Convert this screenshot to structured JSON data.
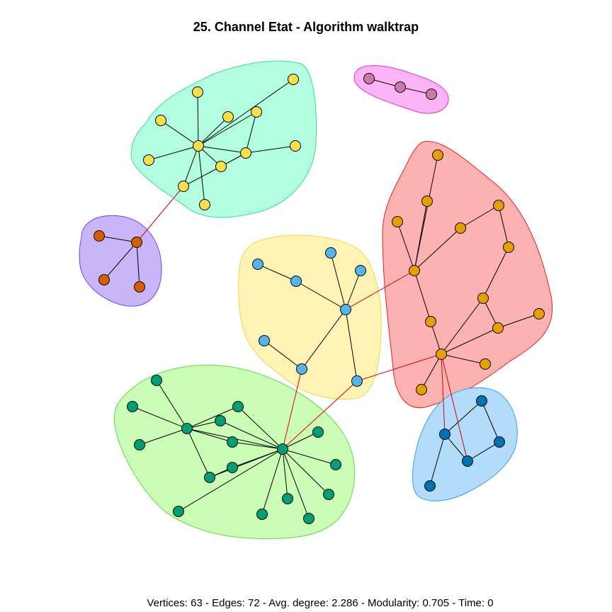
{
  "title": "25. Channel Etat - Algorithm walktrap",
  "footer": "Vertices: 63 - Edges: 72 - Avg. degree: 2.286 - Modularity: 0.705 - Time: 0",
  "colors": {
    "intra_edge": "#000000",
    "inter_edge": "#d40000",
    "node_outline": "#000000"
  },
  "communities": [
    {
      "id": "teal",
      "fill": "#b3fde0",
      "stroke": "#3ddc97",
      "node": "#f5df4d"
    },
    {
      "id": "pink",
      "fill": "#fbb4f5",
      "stroke": "#e034d6",
      "node": "#cc79a7"
    },
    {
      "id": "purple",
      "fill": "#c9b6f8",
      "stroke": "#7a3ff0",
      "node": "#d55e00"
    },
    {
      "id": "yellow",
      "fill": "#fff3b6",
      "stroke": "#f3d54a",
      "node": "#56b4e9"
    },
    {
      "id": "red",
      "fill": "#fdb2b2",
      "stroke": "#e02424",
      "node": "#e69f00"
    },
    {
      "id": "green",
      "fill": "#ccfdb6",
      "stroke": "#5fdc4a",
      "node": "#009e73"
    },
    {
      "id": "blue",
      "fill": "#b3dcfb",
      "stroke": "#3a9ee0",
      "node": "#0072b2"
    }
  ]
}
